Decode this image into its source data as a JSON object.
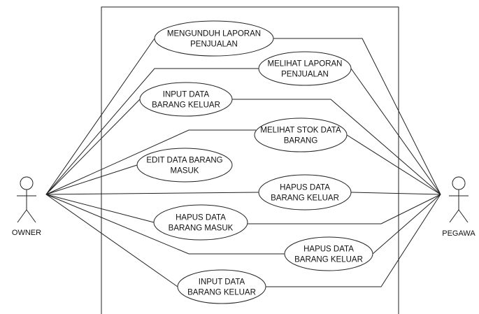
{
  "diagram": {
    "type": "use-case",
    "top_caption": "",
    "actors": [
      {
        "id": "owner",
        "label": "OWNER"
      },
      {
        "id": "pegawa",
        "label": "PEGAWA"
      }
    ],
    "use_cases": [
      {
        "id": "uc1",
        "lines": [
          "MENGUNDUH LAPORAN",
          "PENJUALAN"
        ]
      },
      {
        "id": "uc2",
        "lines": [
          "MELIHAT LAPORAN",
          "PENJUALAN"
        ]
      },
      {
        "id": "uc3",
        "lines": [
          "INPUT DATA",
          "BARANG KELUAR"
        ]
      },
      {
        "id": "uc4",
        "lines": [
          "MELIHAT STOK DATA",
          "BARANG"
        ]
      },
      {
        "id": "uc5",
        "lines": [
          "EDIT DATA BARANG",
          "MASUK"
        ]
      },
      {
        "id": "uc6",
        "lines": [
          "HAPUS DATA",
          "BARANG KELUAR"
        ]
      },
      {
        "id": "uc7",
        "lines": [
          "HAPUS DATA",
          "BARANG MASUK"
        ]
      },
      {
        "id": "uc8",
        "lines": [
          "HAPUS DATA",
          "BARANG KELUAR"
        ]
      },
      {
        "id": "uc9",
        "lines": [
          "INPUT DATA",
          "BARANG KELUAR"
        ]
      }
    ],
    "associations": {
      "owner": [
        "uc1",
        "uc2",
        "uc3",
        "uc4",
        "uc5",
        "uc6",
        "uc7",
        "uc8",
        "uc9"
      ],
      "pegawa": [
        "uc1",
        "uc2",
        "uc3",
        "uc4",
        "uc6",
        "uc7",
        "uc8",
        "uc9"
      ]
    }
  }
}
